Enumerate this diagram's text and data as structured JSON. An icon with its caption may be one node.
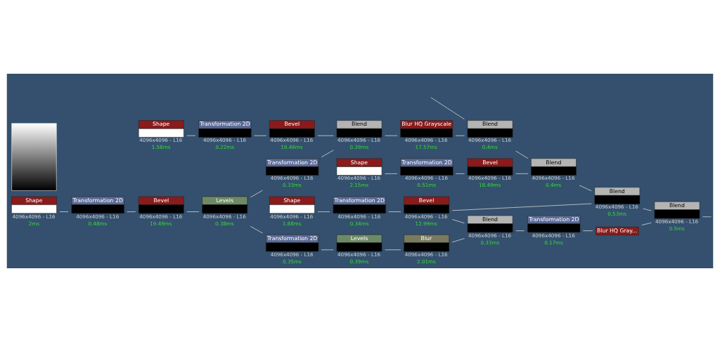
{
  "diagram": {
    "nodes": [
      {
        "text": [
          "Shape"
        ],
        "beside": [
          "4096x4096 - L16",
          "1.58ms"
        ]
      },
      {
        "text": [
          "Transformation 2D"
        ],
        "beside": [
          "4096x4096 - L16",
          "0.22ms"
        ]
      },
      {
        "text": [
          "Bevel"
        ],
        "beside": [
          "4096x4096 - L16",
          "19.46ms"
        ]
      },
      {
        "text": [
          "Shape"
        ],
        "beside": [
          "4096x4096 - L16",
          "2ms"
        ]
      },
      {
        "text": [
          "Transformation 2D"
        ],
        "beside": [
          "4096x4096 - L16",
          "0.48ms"
        ]
      },
      {
        "text": [
          "Bevel"
        ],
        "beside": [
          "4096x4096 - L16",
          "19.49ms"
        ]
      },
      {
        "text": [
          "Levels"
        ],
        "beside": [
          "4096x4096 - L16",
          "0.38ms"
        ]
      },
      {
        "text": [
          "Transformation 2D"
        ],
        "beside": [
          "4096x4096 - L16",
          "0.33ms"
        ]
      },
      {
        "text": [
          "Blend"
        ],
        "beside": [
          "4096x4096 - L16",
          "0.39ms"
        ]
      },
      {
        "text": [
          "Blur HQ Grayscale"
        ],
        "beside": [
          "4096x4096 - L16",
          "17.57ms"
        ]
      },
      {
        "text": [
          "Blend"
        ],
        "beside": [
          "4096x4096 - L16",
          "0.4ms"
        ]
      },
      {
        "text": [
          "Shape"
        ],
        "beside": [
          "4096x4096 - L16",
          "2.15ms"
        ]
      },
      {
        "text": [
          "Transformation 2D"
        ],
        "beside": [
          "4096x4096 - L16",
          "0.51ms"
        ]
      },
      {
        "text": [
          "Bevel"
        ],
        "beside": [
          "4096x4096 - L16",
          "18.49ms"
        ]
      },
      {
        "text": [
          "Blend"
        ],
        "beside": [
          "4096x4096 - L16",
          "0.4ms"
        ]
      },
      {
        "text": [
          "Shape"
        ],
        "beside": [
          "4096x4096 - L16",
          "1.88ms"
        ]
      },
      {
        "text": [
          "Transformation 2D"
        ],
        "beside": [
          "4096x4096 - L16",
          "0.34ms"
        ]
      },
      {
        "text": [
          "Bevel"
        ],
        "beside": [
          "4096x4096 - L16",
          "12.99ms"
        ]
      },
      {
        "text": [
          "Blend"
        ],
        "beside": [
          "4096x4096 - L16",
          "0.53ms"
        ]
      },
      {
        "text": [
          "Transformation 2D"
        ],
        "beside": [
          "4096x4096 - L16",
          "0.35ms"
        ]
      },
      {
        "text": [
          "Levels"
        ],
        "beside": [
          "4096x4096 - L16",
          "0.39ms"
        ]
      },
      {
        "text": [
          "Blur"
        ],
        "beside": [
          "4096x4096 - L16",
          "2.01ms"
        ]
      },
      {
        "text": [
          "Blend"
        ],
        "beside": [
          "4096x4096 - L16",
          "0.33ms"
        ]
      },
      {
        "text": [
          "Transformation 2D"
        ],
        "beside": [
          "4096x4096 - L16",
          "0.17ms"
        ]
      },
      {
        "text": [
          "Blur HQ Gray..."
        ]
      },
      {
        "text": [
          "Blend"
        ],
        "beside": [
          "4096x4096 - L16",
          "0.5ms"
        ]
      },
      {
        "text": [],
        "shape": "picture"
      }
    ],
    "edges": [
      {
        "from": 0,
        "to": 1,
        "arrow": "none"
      },
      {
        "from": 1,
        "to": 2,
        "arrow": "none"
      },
      {
        "from": 2,
        "to": 8,
        "arrow": "none"
      },
      {
        "from": 3,
        "to": 4,
        "arrow": "none"
      },
      {
        "from": 4,
        "to": 5,
        "arrow": "none"
      },
      {
        "from": 5,
        "to": 6,
        "arrow": "none"
      },
      {
        "from": 6,
        "to": 7,
        "arrow": "none"
      },
      {
        "from": 6,
        "to": 19,
        "arrow": "none"
      },
      {
        "from": 7,
        "to": 8,
        "arrow": "none"
      },
      {
        "from": 8,
        "to": 9,
        "arrow": "none"
      },
      {
        "from": 9,
        "to": 10,
        "arrow": "none"
      },
      {
        "from": null,
        "to": 10,
        "arrow": "none"
      },
      {
        "from": 10,
        "to": 14,
        "arrow": "none"
      },
      {
        "from": 11,
        "to": 12,
        "arrow": "none"
      },
      {
        "from": 12,
        "to": 13,
        "arrow": "none"
      },
      {
        "from": 13,
        "to": 14,
        "arrow": "none"
      },
      {
        "from": 14,
        "to": 18,
        "arrow": "none"
      },
      {
        "from": 15,
        "to": 16,
        "arrow": "none"
      },
      {
        "from": 16,
        "to": 17,
        "arrow": "none"
      },
      {
        "from": 17,
        "to": 18,
        "arrow": "none"
      },
      {
        "from": 17,
        "to": 22,
        "arrow": "none"
      },
      {
        "from": 19,
        "to": 20,
        "arrow": "none"
      },
      {
        "from": 20,
        "to": 21,
        "arrow": "none"
      },
      {
        "from": 21,
        "to": 22,
        "arrow": "none"
      },
      {
        "from": 22,
        "to": 23,
        "arrow": "none"
      },
      {
        "from": 23,
        "to": 24,
        "arrow": "none"
      },
      {
        "from": 24,
        "to": 25,
        "arrow": "none"
      },
      {
        "from": 18,
        "to": 25,
        "arrow": "none"
      },
      {
        "from": 25,
        "to": null,
        "arrow": "none"
      }
    ]
  }
}
